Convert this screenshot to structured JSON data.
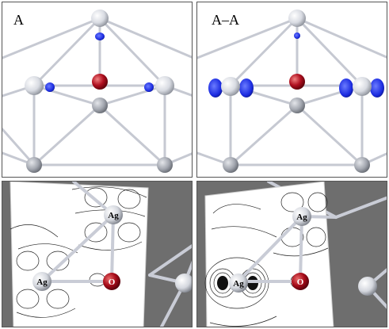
{
  "panels": {
    "a": {
      "label": "A"
    },
    "aa": {
      "label": "A–A"
    },
    "contour_a": {
      "atom_ag_top": "Ag",
      "atom_ag_left": "Ag",
      "atom_o": "O"
    },
    "contour_aa": {
      "atom_ag_top": "Ag",
      "atom_ag_left": "Ag",
      "atom_o": "O"
    }
  },
  "colors": {
    "silver_atom": "#dfe3ea",
    "lower_atom": "#a9adb5",
    "oxygen_atom": "#b01020",
    "density_lobe": "#1b2be0",
    "bond": "#c9ccd6",
    "background_dark": "#6e6e6e"
  }
}
